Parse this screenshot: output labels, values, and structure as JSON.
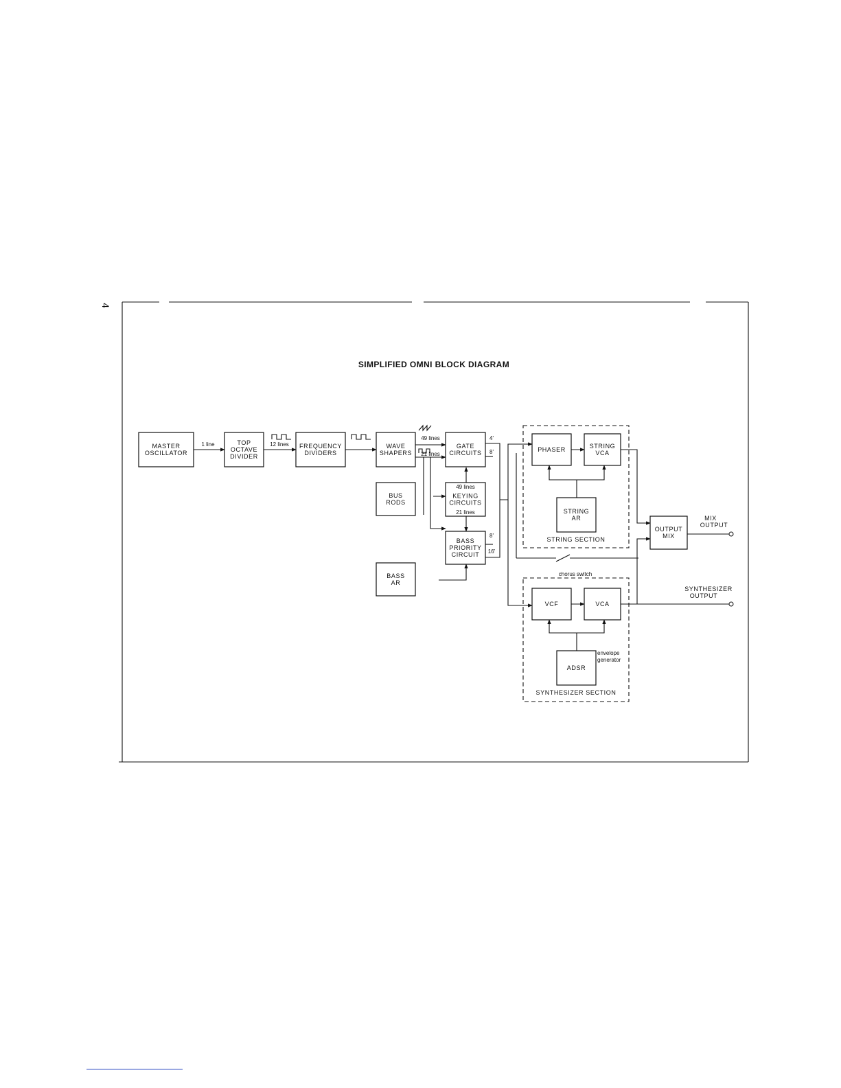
{
  "page": {
    "number": "4"
  },
  "diagram": {
    "title": "SIMPLIFIED OMNI BLOCK DIAGRAM",
    "blocks": {
      "master_oscillator": [
        "MASTER",
        "OSCILLATOR"
      ],
      "top_octave_divider": [
        "TOP",
        "OCTAVE",
        "DIVIDER"
      ],
      "frequency_dividers": [
        "FREQUENCY",
        "DIVIDERS"
      ],
      "wave_shapers": [
        "WAVE",
        "SHAPERS"
      ],
      "gate_circuits": [
        "GATE",
        "CIRCUITS"
      ],
      "keying_circuits": [
        "KEYING",
        "CIRCUITS"
      ],
      "bass_priority_circuit": [
        "BASS",
        "PRIORITY",
        "CIRCUIT"
      ],
      "bus_rods": [
        "BUS",
        "RODS"
      ],
      "bass_ar": [
        "BASS",
        "AR"
      ],
      "phaser": [
        "PHASER"
      ],
      "string_vca": [
        "STRING",
        "VCA"
      ],
      "string_ar": [
        "STRING",
        "AR"
      ],
      "vcf": [
        "VCF"
      ],
      "vca": [
        "VCA"
      ],
      "adsr": [
        "ADSR"
      ],
      "output_mix": [
        "OUTPUT",
        "MIX"
      ]
    },
    "line_labels": {
      "one_line": "1 line",
      "twelve_lines": "12 lines",
      "forty_nine_lines_top": "49 lines",
      "twenty_one_lines_top": "21 lines",
      "forty_nine_lines_keying": "49 lines",
      "twenty_one_lines_keying": "21 lines",
      "four_ft": "4'",
      "eight_ft_gate": "8'",
      "eight_ft_bass": "8'",
      "sixteen_ft": "16'"
    },
    "section_labels": {
      "string_section": "STRING SECTION",
      "synthesizer_section": "SYNTHESIZER SECTION",
      "chorus_switch": "chorus switch",
      "envelope_generator": [
        "envelope",
        "generator"
      ]
    },
    "outputs": {
      "mix_output": [
        "MIX",
        "OUTPUT"
      ],
      "synthesizer_output": [
        "SYNTHESIZER",
        "OUTPUT"
      ]
    }
  }
}
